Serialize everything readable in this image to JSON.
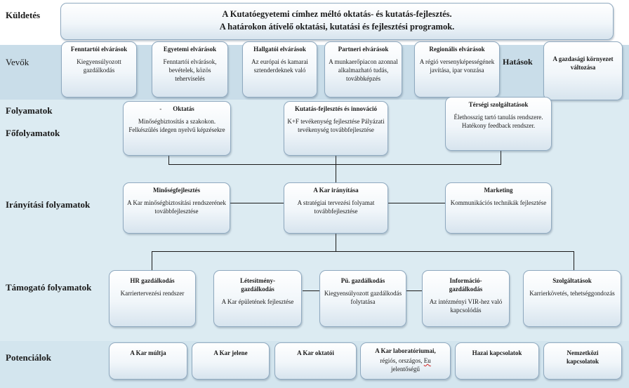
{
  "labels": {
    "mission": "Küldetés",
    "customers": "Vevők",
    "processes": "Folyamatok",
    "main_processes": "Főfolyamatok",
    "control_processes": "Irányítási folyamatok",
    "support_processes": "Támogató folyamatok",
    "potentials": "Potenciálok",
    "effects": "Hatások"
  },
  "mission": {
    "line1": "A Kutatóegyetemi címhez méltó oktatás- és kutatás-fejlesztés.",
    "line2": "A határokon átívelő oktatási, kutatási és fejlesztési programok."
  },
  "customers": [
    {
      "title": "Fenntartói elvárások",
      "desc": "Kiegyensúlyozott gazdálkodás"
    },
    {
      "title": "Egyetemi elvárások",
      "desc": "Fenntartói elvárások, bevételek, közös teherviselés"
    },
    {
      "title": "Hallgatói elvárások",
      "desc": "Az európai és kamarai sztenderdeknek való"
    },
    {
      "title": "Partneri elvárások",
      "desc": "A munkaerőpiacon azonnal alkalmazható tudás, továbbképzés"
    },
    {
      "title": "Regionális elvárások",
      "desc": "A régió versenyképességének javítása, ipar vonzása"
    }
  ],
  "effect_box": {
    "title": "A gazdasági környezet változása"
  },
  "main": [
    {
      "title": "Oktatás",
      "prefix": "-",
      "desc": "Minőségbiztosítás a szakokon. Felkészülés idegen nyelvű képzésekre"
    },
    {
      "title": "Kutatás-fejlesztés és innováció",
      "desc": "K+F tevékenység fejlesztése Pályázati tevékenység továbbfejlesztése"
    },
    {
      "title": "Térségi szolgáltatások",
      "desc": "Élethosszig tartó tanulás rendszere. Hatékony feedback rendszer."
    }
  ],
  "control": [
    {
      "title": "Minőségfejlesztés",
      "desc": "A Kar minőségbiztosítási rendszerének továbbfejlesztése"
    },
    {
      "title": "A Kar irányítása",
      "desc": "A stratégiai tervezési folyamat továbbfejlesztése"
    },
    {
      "title": "Marketing",
      "desc": "Kommunikációs technikák fejlesztése"
    }
  ],
  "support": [
    {
      "title": "HR gazdálkodás",
      "desc": "Karriertervezési rendszer"
    },
    {
      "title": "Létesítmény-gazdálkodás",
      "desc": "A Kar épületének fejlesztése"
    },
    {
      "title": "Pü. gazdálkodás",
      "desc": "Kiegyensúlyozott gazdálkodás folytatása"
    },
    {
      "title": "Információ-gazdálkodás",
      "desc": "Az intézményi VIR-hez való kapcsolódás"
    },
    {
      "title": "Szolgáltatások",
      "desc": "Karrierkövetés, tehetséggondozás"
    }
  ],
  "potentials": [
    {
      "title": "A Kar múltja"
    },
    {
      "title": "A Kar jelene"
    },
    {
      "title": "A Kar oktatói"
    },
    {
      "title": "A Kar laboratóriumai,",
      "extra1": "régiós, országos,",
      "extra2": "Eu",
      "extra3": "jelentőségű"
    },
    {
      "title": "Hazai kapcsolatok"
    },
    {
      "title": "Nemzetközi kapcsolatok"
    }
  ]
}
